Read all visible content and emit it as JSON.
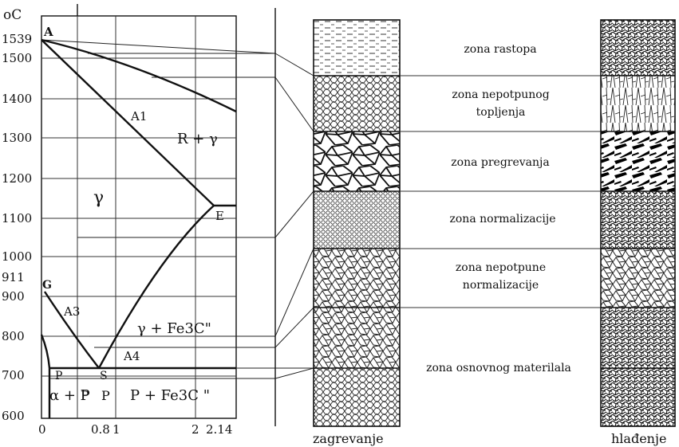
{
  "diagram": {
    "temp_unit": "oC",
    "y_ticks": [
      "1539",
      "1500",
      "1400",
      "1300",
      "1200",
      "1100",
      "1000",
      "911",
      "900",
      "800",
      "700",
      "600"
    ],
    "x_ticks": [
      "0",
      "0.8",
      "1",
      "2",
      "2.14"
    ],
    "points": {
      "A": "A",
      "E": "E",
      "G": "G",
      "S": "S",
      "P": "P"
    },
    "phase_labels": {
      "liquid_gamma": "R + γ",
      "gamma": "γ",
      "gamma_fe3c": "γ + Fe3C\"",
      "alpha_p": "α + P",
      "p_left": "P",
      "p_right": "P",
      "p_fe3c": "P + Fe3C \""
    },
    "line_labels": {
      "a1": "A1",
      "a3": "A3",
      "a4": "A4"
    }
  },
  "zones": [
    "zona rastopa",
    "zona nepotpunog topljenja",
    "zona pregrevanja",
    "zona normalizacije",
    "zona nepotpune normalizacije",
    "zona osnovnog materilala"
  ],
  "columns": {
    "heating": "zagrevanje",
    "cooling": "hlađenje"
  }
}
